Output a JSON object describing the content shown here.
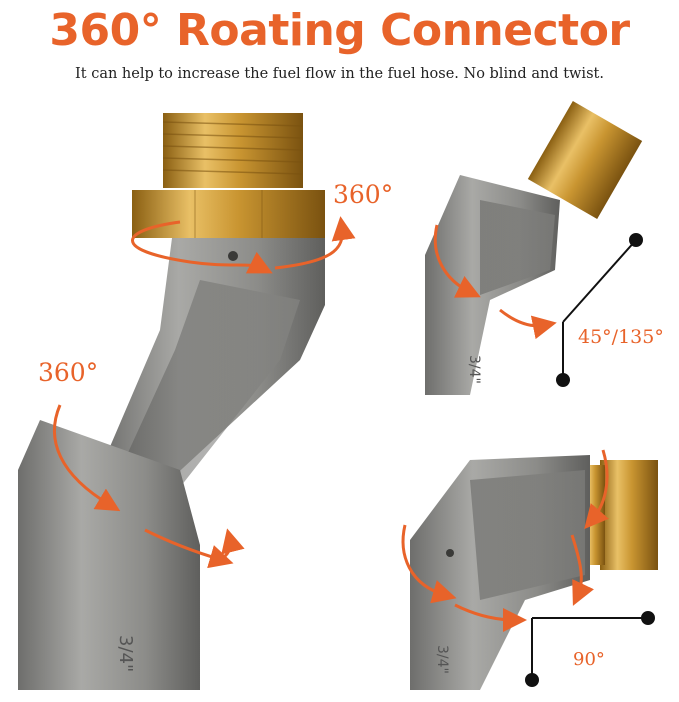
{
  "title": "360° Roating Connector",
  "subtitle": "It can help to increase the fuel flow in the fuel hose. No blind and twist.",
  "labels": {
    "rotation_top": "360°",
    "rotation_middle": "360°",
    "angle_range": "45°/135°",
    "angle_right": "90°"
  },
  "colors": {
    "accent": "#e8632a",
    "metal": "#8a8a88",
    "brass": "#c9962e"
  }
}
